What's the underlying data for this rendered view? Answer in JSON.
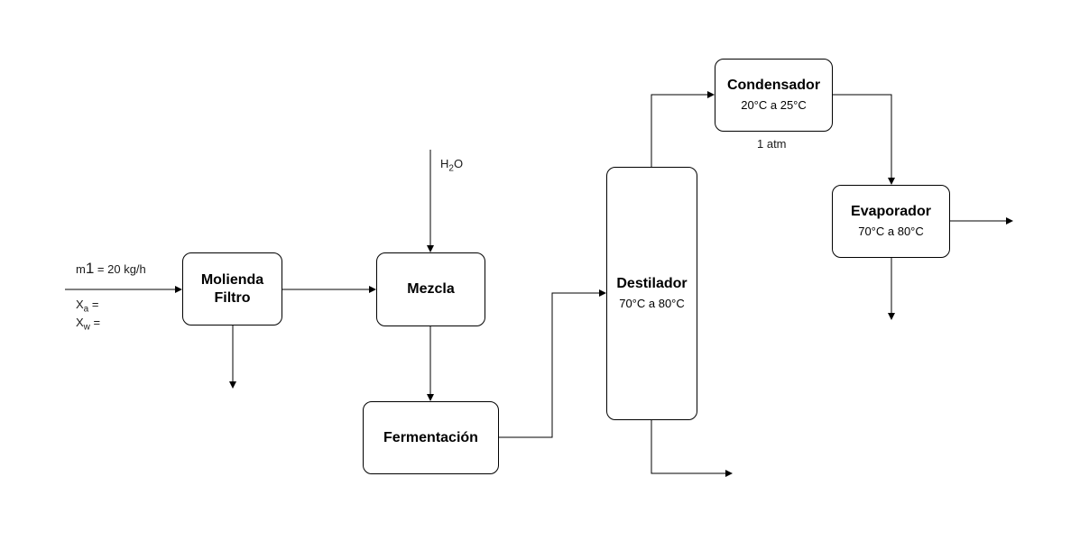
{
  "units": {
    "molienda": {
      "line1": "Molienda",
      "line2": "Filtro"
    },
    "mezcla": {
      "title": "Mezcla"
    },
    "fermentacion": {
      "title": "Fermentación"
    },
    "destilador": {
      "title": "Destilador",
      "temp": "70°C a 80°C"
    },
    "condensador": {
      "title": "Condensador",
      "temp": "20°C a 25°C"
    },
    "evaporador": {
      "title": "Evaporador",
      "temp": "70°C a 80°C"
    }
  },
  "labels": {
    "feed": {
      "m_symbol": "m",
      "m_sub": "1",
      "m_value": " = 20 kg/h"
    },
    "xa": {
      "symbol": "X",
      "sub": "a",
      "rest": " ="
    },
    "xw": {
      "symbol": "X",
      "sub": "w",
      "rest": " ="
    },
    "water": {
      "symbol": "H",
      "sub": "2",
      "rest": "O"
    },
    "pressure": "1 atm"
  }
}
